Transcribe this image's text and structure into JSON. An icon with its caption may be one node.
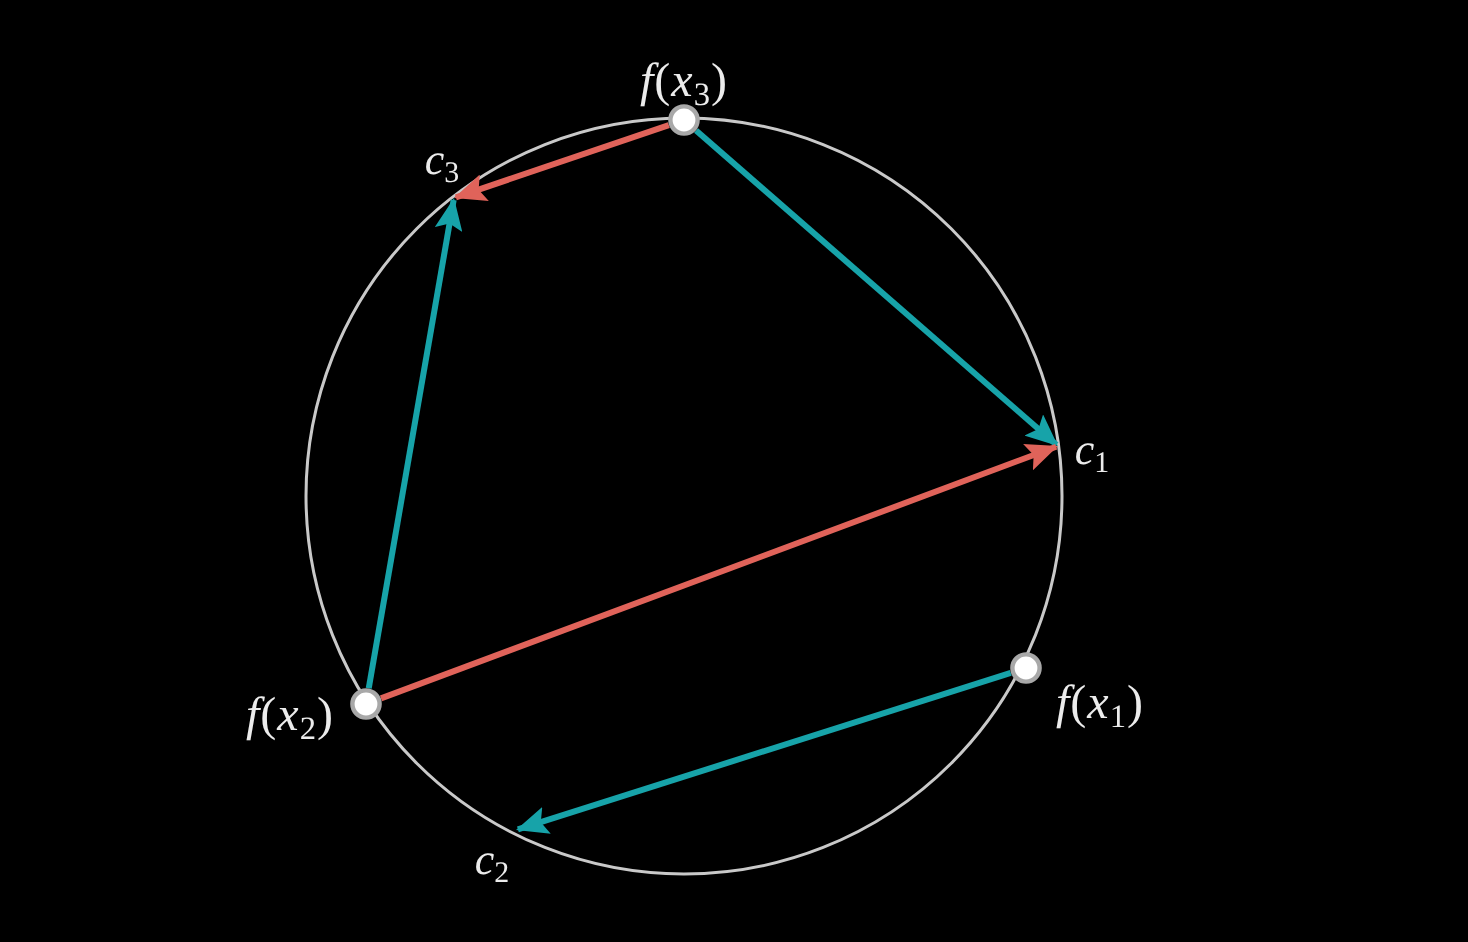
{
  "diagram": {
    "nodes": [
      {
        "text": [
          "*f*(*x*$_{3}$)"
        ]
      },
      {
        "text": [
          "*c*$_{3}$"
        ]
      },
      {
        "text": [
          "*c*$_{1}$"
        ]
      },
      {
        "text": [
          "*f*(*x*$_{2}$)"
        ]
      },
      {
        "text": [
          "*f*(*x*$_{1}$)"
        ]
      },
      {
        "text": [
          "*c*$_{2}$"
        ]
      }
    ],
    "edges": [
      {
        "from": 0,
        "to": 1,
        "arrow": "to",
        "color": "#e0635a"
      },
      {
        "from": 0,
        "to": 2,
        "arrow": "to"
      },
      {
        "from": 3,
        "to": 1,
        "arrow": "to"
      },
      {
        "from": 3,
        "to": 2,
        "arrow": "to",
        "color": "#e0635a"
      },
      {
        "from": 4,
        "to": 5,
        "arrow": "to"
      }
    ]
  }
}
